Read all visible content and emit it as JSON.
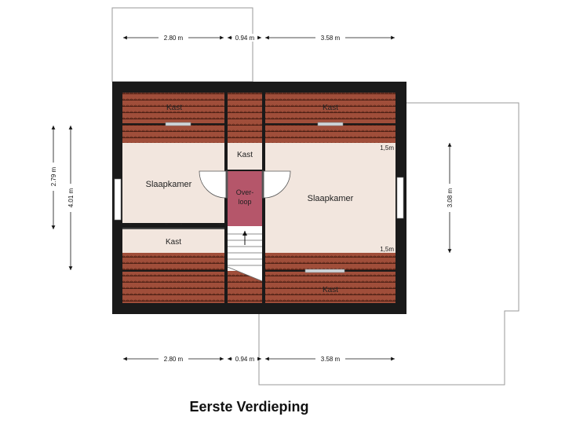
{
  "title": "Eerste Verdieping",
  "rooms": {
    "kast_top_left": "Kast",
    "kast_top_right": "Kast",
    "kast_center": "Kast",
    "slaapkamer_left": "Slaapkamer",
    "slaapkamer_right": "Slaapkamer",
    "overloop_line1": "Over-",
    "overloop_line2": "loop",
    "kast_mid_left": "Kast",
    "kast_bottom_right": "Kast"
  },
  "heights": {
    "h_top": "1,5m",
    "h_bottom": "1,5m"
  },
  "dimensions": {
    "top_left": "2.80 m",
    "top_mid": "0.94 m",
    "top_right": "3.58 m",
    "bottom_left": "2.80 m",
    "bottom_mid": "0.94 m",
    "bottom_right": "3.58 m",
    "left_inner": "2.79 m",
    "left_outer": "4.01 m",
    "right": "3.08 m"
  },
  "colors": {
    "wall": "#1a1a1a",
    "room_floor": "#f2e6de",
    "overloop": "#b5566a",
    "roof_tile": "#a04e3a",
    "roof_line": "#4a1f14"
  }
}
